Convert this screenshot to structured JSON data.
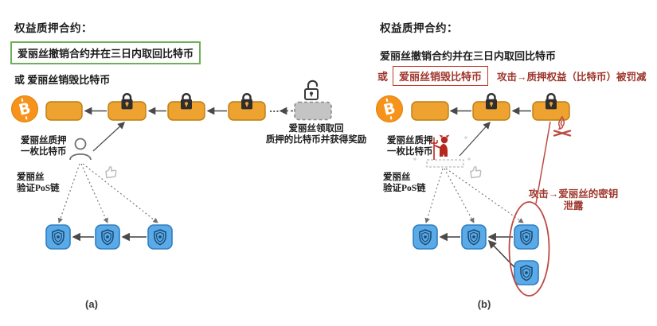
{
  "shared": {
    "bitcoin_symbol": "B",
    "ellipsis": "···"
  },
  "panel_a": {
    "title": "权益质押合约：",
    "revoke_option": "爱丽丝撤销合约并在三日内取回比特币",
    "or_word": "或",
    "burn_option": "爱丽丝销毁比特币",
    "stake_line1": "爱丽丝质押",
    "stake_line2": "一枚比特币",
    "validate_line1": "爱丽丝",
    "validate_line2": "验证PoS链",
    "redeem_line1": "爱丽丝领取回",
    "redeem_line2": "质押的比特币并获得奖励",
    "caption": "(a)"
  },
  "panel_b": {
    "title": "权益质押合约：",
    "revoke_option": "爱丽丝撤销合约并在三日内取回比特币",
    "or_word": "或",
    "burn_option": "爱丽丝销毁比特币",
    "slash_attack": "攻击→质押权益（比特币）被罚减",
    "key_leak_line1": "攻击→爱丽丝的密钥",
    "key_leak_line2": "泄露",
    "stake_line1": "爱丽丝质押",
    "stake_line2": "一枚比特币",
    "validate_line1": "爱丽丝",
    "validate_line2": "验证PoS链",
    "caption": "(b)"
  },
  "colors": {
    "block_orange": "#EEA22F",
    "block_orange_stroke": "#BC7E12",
    "bitcoin_orange": "#F7931A",
    "node_blue": "#5AAAE8",
    "accent_green": "#6FAE5B",
    "accent_red": "#C0392B",
    "attack_text_red": "#9E362C",
    "ellipse_red": "#BE4B45",
    "gray_block": "#C4C4C4"
  }
}
